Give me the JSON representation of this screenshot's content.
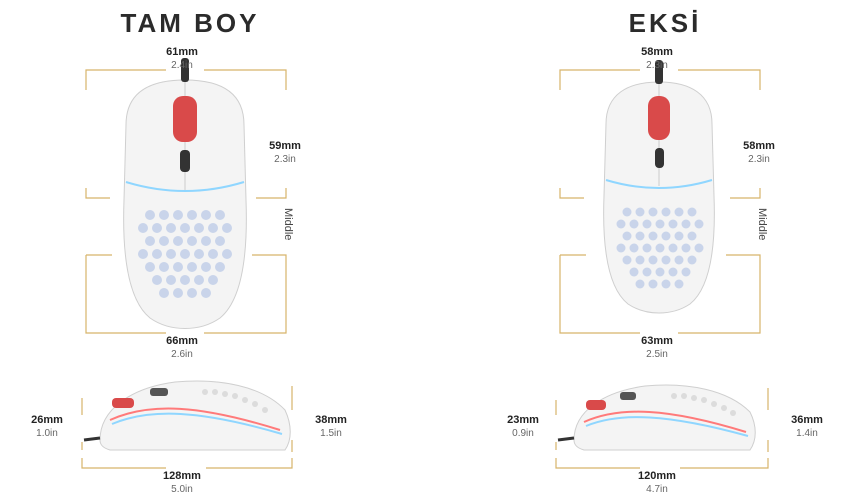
{
  "colors": {
    "bracket": "#d7b46a",
    "shell": "#f4f4f4",
    "scroll_wheel": "#d94a4a",
    "rgb_glow": "#8fd6ff",
    "honeycomb": "#c9d4ea"
  },
  "left": {
    "title": "TAM BOY",
    "top_width": {
      "mm": "61mm",
      "inch": "2.4in"
    },
    "front_length": {
      "mm": "59mm",
      "inch": "2.3in"
    },
    "middle_label": "Middle",
    "bottom_width": {
      "mm": "66mm",
      "inch": "2.6in"
    },
    "side_front_height": {
      "mm": "26mm",
      "inch": "1.0in"
    },
    "side_rear_height": {
      "mm": "38mm",
      "inch": "1.5in"
    },
    "side_length": {
      "mm": "128mm",
      "inch": "5.0in"
    }
  },
  "right": {
    "title": "EKSİ",
    "top_width": {
      "mm": "58mm",
      "inch": "2.3in"
    },
    "front_length": {
      "mm": "58mm",
      "inch": "2.3in"
    },
    "middle_label": "Middle",
    "bottom_width": {
      "mm": "63mm",
      "inch": "2.5in"
    },
    "side_front_height": {
      "mm": "23mm",
      "inch": "0.9in"
    },
    "side_rear_height": {
      "mm": "36mm",
      "inch": "1.4in"
    },
    "side_length": {
      "mm": "120mm",
      "inch": "4.7in"
    }
  }
}
